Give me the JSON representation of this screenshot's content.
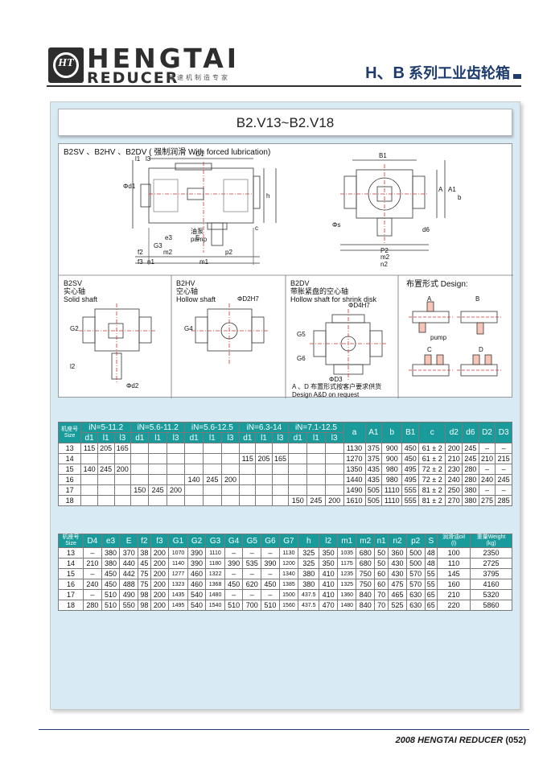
{
  "header": {
    "brand": "HENGTAI",
    "brand_sub": "REDUCER",
    "slogan": "减速机制造专家",
    "logo_mark": "HT",
    "series_prefix": "H、B",
    "series_suffix": "系列工业齿轮箱"
  },
  "model_range": "B2.V13~B2.V18",
  "drawing": {
    "title_main": "B2SV 、B2HV 、B2DV",
    "title_note": "( 强制润滑 With forced lubrication)",
    "side_labels": {
      "G1": "G1",
      "d1": "Φd1",
      "l1": "l1",
      "l3": "l3",
      "h": "h",
      "c": "c",
      "G3": "G3",
      "e3": "e3",
      "E": "E",
      "n1": "n1",
      "m1": "m1",
      "m2_left": "m2",
      "n2": "n2",
      "p2": "p2",
      "f3": "f3",
      "f2": "f2",
      "oil_pump_cn": "油泵",
      "oil_pump_en": "pump"
    },
    "end_labels": {
      "B1": "B1",
      "A1": "A1",
      "A": "A",
      "b": "b",
      "s": "Φs",
      "P2": "P2",
      "m2": "m2",
      "n2": "n2",
      "d6": "d6"
    },
    "panels": {
      "b2sv": {
        "title": "B2SV",
        "cn": "实心轴",
        "en": "Solid shaft",
        "G2": "G2",
        "l2": "l2",
        "d2": "Φd2"
      },
      "b2hv": {
        "title": "B2HV",
        "cn": "空心轴",
        "en": "Hollow shaft",
        "D2": "ΦD2H7",
        "G4": "G4"
      },
      "b2dv": {
        "title": "B2DV",
        "cn": "带胀紧盘的空心轴",
        "en": "Hollow shaft for shrink disk",
        "D4": "ΦD4H7",
        "G5": "G5",
        "G6": "G6",
        "D3": "ΦD3",
        "note_cn": "A 、D 布置形式按客户要求供货",
        "note_en": "Design A&D on request"
      },
      "design": {
        "title": "布置形式 Design:",
        "A": "A",
        "B": "B",
        "C": "C",
        "D": "D",
        "pump": "pump"
      }
    }
  },
  "table1": {
    "size_cn": "机座号",
    "size_en": "Size",
    "groups": [
      "iN=5-11.2",
      "iN=5.6-11.2",
      "iN=5.6-12.5",
      "iN=6.3-14",
      "iN=7.1-12.5"
    ],
    "sub_headers": [
      "d1",
      "l1",
      "l3"
    ],
    "tail_headers": [
      "a",
      "A1",
      "b",
      "B1",
      "c",
      "d2",
      "d6",
      "D2",
      "D3"
    ],
    "rows": [
      {
        "size": "13",
        "g": [
          [
            "115",
            "205",
            "165"
          ],
          [
            "",
            "",
            ""
          ],
          [
            "",
            "",
            ""
          ],
          [
            "",
            "",
            ""
          ],
          [
            "",
            "",
            ""
          ]
        ],
        "tail": [
          "1130",
          "375",
          "900",
          "450",
          "61 ± 2",
          "200",
          "245",
          "–",
          "–"
        ]
      },
      {
        "size": "14",
        "g": [
          [
            "",
            "",
            ""
          ],
          [
            "",
            "",
            ""
          ],
          [
            "",
            "",
            ""
          ],
          [
            "115",
            "205",
            "165"
          ],
          [
            "",
            "",
            ""
          ]
        ],
        "tail": [
          "1270",
          "375",
          "900",
          "450",
          "61 ± 2",
          "210",
          "245",
          "210",
          "215"
        ]
      },
      {
        "size": "15",
        "g": [
          [
            "140",
            "245",
            "200"
          ],
          [
            "",
            "",
            ""
          ],
          [
            "",
            "",
            ""
          ],
          [
            "",
            "",
            ""
          ],
          [
            "",
            "",
            ""
          ]
        ],
        "tail": [
          "1350",
          "435",
          "980",
          "495",
          "72 ± 2",
          "230",
          "280",
          "–",
          "–"
        ]
      },
      {
        "size": "16",
        "g": [
          [
            "",
            "",
            ""
          ],
          [
            "",
            "",
            ""
          ],
          [
            "140",
            "245",
            "200"
          ],
          [
            "",
            "",
            ""
          ],
          [
            "",
            "",
            ""
          ]
        ],
        "tail": [
          "1440",
          "435",
          "980",
          "495",
          "72 ± 2",
          "240",
          "280",
          "240",
          "245"
        ]
      },
      {
        "size": "17",
        "g": [
          [
            "",
            "",
            ""
          ],
          [
            "150",
            "245",
            "200"
          ],
          [
            "",
            "",
            ""
          ],
          [
            "",
            "",
            ""
          ],
          [
            "",
            "",
            ""
          ]
        ],
        "tail": [
          "1490",
          "505",
          "1110",
          "555",
          "81 ± 2",
          "250",
          "380",
          "–",
          "–"
        ]
      },
      {
        "size": "18",
        "g": [
          [
            "",
            "",
            ""
          ],
          [
            "",
            "",
            ""
          ],
          [
            "",
            "",
            ""
          ],
          [
            "",
            "",
            ""
          ],
          [
            "150",
            "245",
            "200"
          ]
        ],
        "tail": [
          "1610",
          "505",
          "1110",
          "555",
          "81 ± 2",
          "270",
          "380",
          "275",
          "285"
        ]
      }
    ]
  },
  "table2": {
    "size_cn": "机座号",
    "size_en": "Size",
    "headers": [
      "D4",
      "e3",
      "E",
      "f2",
      "f3",
      "G1",
      "G2",
      "G3",
      "G4",
      "G5",
      "G6",
      "G7",
      "h",
      "l2",
      "m1",
      "m2",
      "n1",
      "n2",
      "p2",
      "S"
    ],
    "oil_cn": "润滑油oil",
    "oil_unit": "(l)",
    "weight_cn": "重量Weight",
    "weight_unit": "(kg)",
    "rows": [
      [
        "13",
        "–",
        "380",
        "370",
        "38",
        "200",
        "1070",
        "390",
        "1110",
        "–",
        "–",
        "–",
        "1130",
        "325",
        "350",
        "1035",
        "680",
        "50",
        "360",
        "500",
        "48",
        "100",
        "2350"
      ],
      [
        "14",
        "210",
        "380",
        "440",
        "45",
        "200",
        "1140",
        "390",
        "1180",
        "390",
        "535",
        "390",
        "1200",
        "325",
        "350",
        "1175",
        "680",
        "50",
        "430",
        "500",
        "48",
        "110",
        "2725"
      ],
      [
        "15",
        "–",
        "450",
        "442",
        "75",
        "200",
        "1277",
        "460",
        "1322",
        "–",
        "–",
        "–",
        "1340",
        "380",
        "410",
        "1235",
        "750",
        "60",
        "430",
        "570",
        "55",
        "145",
        "3795"
      ],
      [
        "16",
        "240",
        "450",
        "488",
        "75",
        "200",
        "1323",
        "460",
        "1368",
        "450",
        "620",
        "450",
        "1385",
        "380",
        "410",
        "1325",
        "750",
        "60",
        "475",
        "570",
        "55",
        "160",
        "4160"
      ],
      [
        "17",
        "–",
        "510",
        "490",
        "98",
        "200",
        "1435",
        "540",
        "1480",
        "–",
        "–",
        "–",
        "1500",
        "437.5",
        "410",
        "1360",
        "840",
        "70",
        "465",
        "630",
        "65",
        "210",
        "5320"
      ],
      [
        "18",
        "280",
        "510",
        "550",
        "98",
        "200",
        "1495",
        "540",
        "1540",
        "510",
        "700",
        "510",
        "1560",
        "437.5",
        "470",
        "1480",
        "840",
        "70",
        "525",
        "630",
        "65",
        "220",
        "5860"
      ]
    ]
  },
  "footer": {
    "text": "2008 HENGTAI REDUCER",
    "page": "(052)"
  }
}
